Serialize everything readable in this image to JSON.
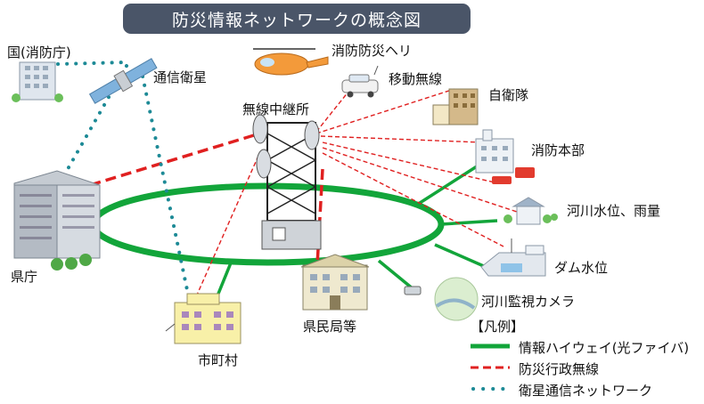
{
  "title": "防災情報ネットワークの概念図",
  "nodes": {
    "kuni": "国(消防庁)",
    "satellite": "通信衛星",
    "heli": "消防防災ヘリ",
    "mobile": "移動無線",
    "jieitai": "自衛隊",
    "relay": "無線中継所",
    "shobo": "消防本部",
    "river_level": "河川水位、雨量",
    "dam": "ダム水位",
    "camera": "河川監視カメラ",
    "kencho": "県庁",
    "kenmin": "県民局等",
    "shichoson": "市町村"
  },
  "legend": {
    "title": "【凡例】",
    "items": [
      {
        "label": "情報ハイウェイ(光ファイバ)",
        "style": "solid",
        "color": "#12a53a"
      },
      {
        "label": "防災行政無線",
        "style": "dashed",
        "color": "#e02020"
      },
      {
        "label": "衛星通信ネットワーク",
        "style": "dotted",
        "color": "#1d8a96"
      }
    ]
  },
  "colors": {
    "fiber": "#12a53a",
    "radio": "#e02020",
    "satellite_link": "#1d8a96",
    "title_bg": "#4a5568"
  }
}
